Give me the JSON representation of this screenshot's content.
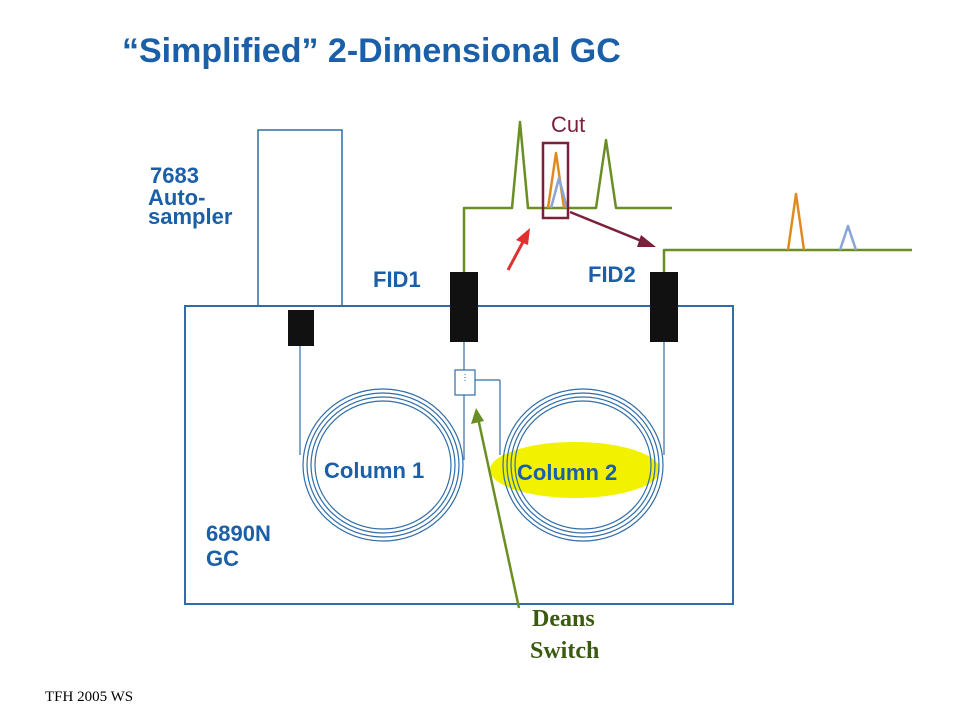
{
  "title": "“Simplified” 2-Dimensional GC",
  "autosampler": {
    "line1": "7683",
    "line2": "Auto-",
    "line3": "sampler"
  },
  "detector1": "FID1",
  "detector2": "FID2",
  "column1": "Column 1",
  "column2": "Column 2",
  "gc": {
    "line1": "6890N",
    "line2": "GC"
  },
  "cut_label": "Cut",
  "deans_switch": {
    "line1": "Deans",
    "line2": "Switch"
  },
  "footer": "TFH  2005  WS",
  "colors": {
    "label_blue": "#1a5fa8",
    "baseline_green": "#6b8e23",
    "peak_orange": "#e08a1e",
    "peak_blue": "#8aa4d6",
    "cut_box": "#7b1f3a",
    "arrow_red": "#e03030",
    "highlight_yellow": "#f2f200",
    "deans_green": "#3a5a10"
  }
}
